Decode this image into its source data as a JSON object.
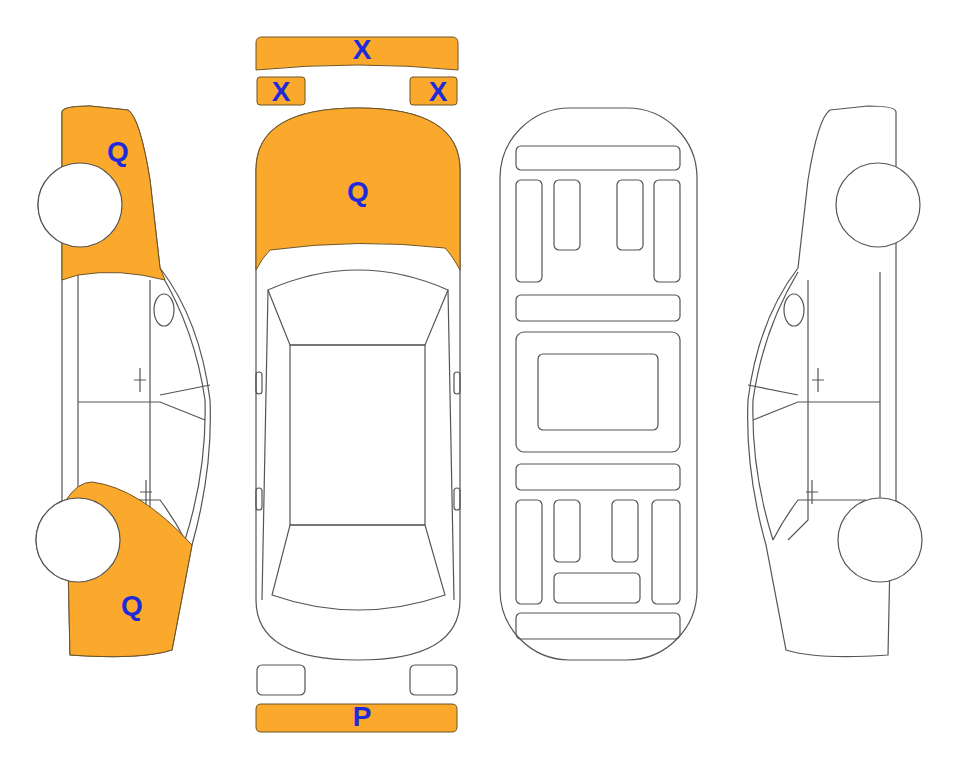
{
  "diagram": {
    "nodes": [
      {
        "text": [
          "X"
        ]
      },
      {
        "text": [
          "X"
        ]
      },
      {
        "text": [
          "X"
        ]
      },
      {
        "text": [
          "Q"
        ]
      },
      {
        "text": [
          "Q"
        ]
      },
      {
        "text": [
          "Q"
        ]
      },
      {
        "text": [
          "P"
        ]
      }
    ]
  }
}
